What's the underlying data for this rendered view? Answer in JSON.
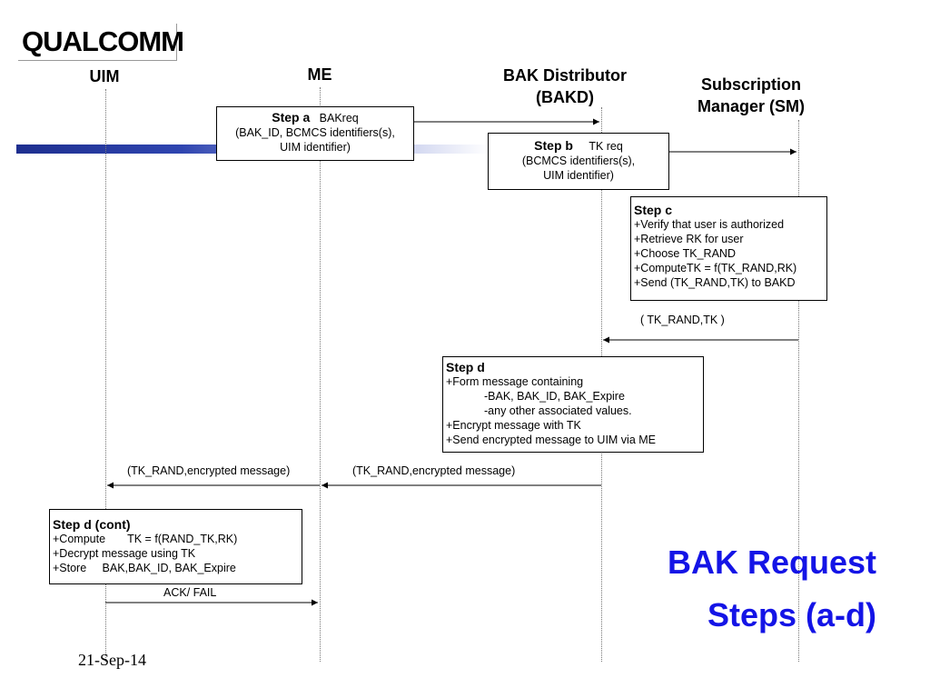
{
  "logo": {
    "text": "QUALCOMM"
  },
  "lanes": {
    "uim": "UIM",
    "me": "ME",
    "bakd": "BAK Distributor (BAKD)",
    "sm": "Subscription Manager  (SM)"
  },
  "step_a": {
    "title": "Step a",
    "msg": "BAKreq",
    "lines": [
      "(BAK_ID, BCMCS identifiers(s),",
      "UIM identifier)"
    ]
  },
  "step_b": {
    "title": "Step b",
    "msg": "TK req",
    "lines": [
      "(BCMCS identifiers(s),",
      "UIM identifier)"
    ]
  },
  "step_c": {
    "title": "Step c",
    "lines": [
      "+Verify that user is authorized",
      "+Retrieve RK for user",
      "+Choose TK_RAND",
      "+ComputeTK = f(TK_RAND,RK)",
      "+Send (TK_RAND,TK) to BAKD"
    ]
  },
  "tk_reply": "( TK_RAND,TK )",
  "step_d": {
    "title": "Step d",
    "lines": [
      "+Form message containing",
      "-BAK, BAK_ID, BAK_Expire",
      "-any other associated values.",
      "+Encrypt message with TK",
      "+Send encrypted message to UIM via ME"
    ]
  },
  "msg_to_uim": "(TK_RAND,encrypted message)",
  "msg_to_me": "(TK_RAND,encrypted message)",
  "step_d_cont": {
    "title": "Step d (cont)",
    "lines": [
      "+Compute       TK = f(RAND_TK,RK)",
      "+Decrypt message using TK",
      "+Store     BAK,BAK_ID, BAK_Expire"
    ]
  },
  "ack": "ACK/ FAIL",
  "title": {
    "line1": "BAK Request",
    "line2": "Steps (a-d)"
  },
  "date": "21-Sep-14"
}
